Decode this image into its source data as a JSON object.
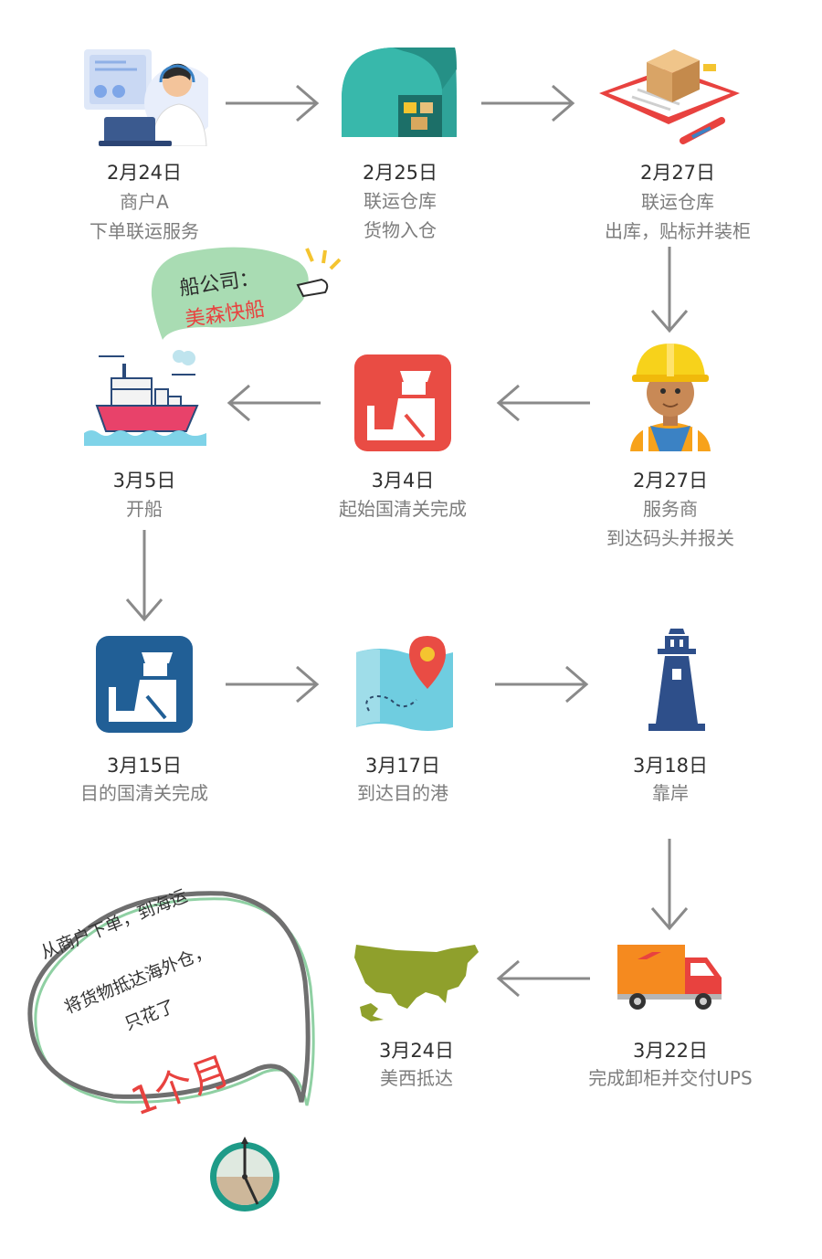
{
  "steps": [
    {
      "date": "2月24日",
      "line1": "商户A",
      "line2": "下单联运服务"
    },
    {
      "date": "2月25日",
      "line1": "联运仓库",
      "line2": "货物入仓"
    },
    {
      "date": "2月27日",
      "line1": "联运仓库",
      "line2": "出库，贴标并装柜"
    },
    {
      "date": "2月27日",
      "line1": "服务商",
      "line2": "到达码头并报关"
    },
    {
      "date": "3月4日",
      "line1": "起始国清关完成",
      "line2": ""
    },
    {
      "date": "3月5日",
      "line1": "开船",
      "line2": ""
    },
    {
      "date": "3月15日",
      "line1": "目的国清关完成",
      "line2": ""
    },
    {
      "date": "3月17日",
      "line1": "到达目的港",
      "line2": ""
    },
    {
      "date": "3月18日",
      "line1": "靠岸",
      "line2": ""
    },
    {
      "date": "3月22日",
      "line1": "完成卸柜并交付UPS",
      "line2": ""
    },
    {
      "date": "3月24日",
      "line1": "美西抵达",
      "line2": ""
    }
  ],
  "ship_callout": {
    "label": "船公司：",
    "name": "美森快船"
  },
  "summary": {
    "line1": "从商户下单，到海运",
    "line2": "将货物抵达海外仓，",
    "line3": "只花了",
    "highlight": "1个月"
  },
  "colors": {
    "accent_red": "#e8423f",
    "arrow_gray": "#8a8a8a",
    "customs_red": "#e94c44",
    "customs_blue": "#215f96",
    "green_bubble": "#a9dcb3"
  }
}
